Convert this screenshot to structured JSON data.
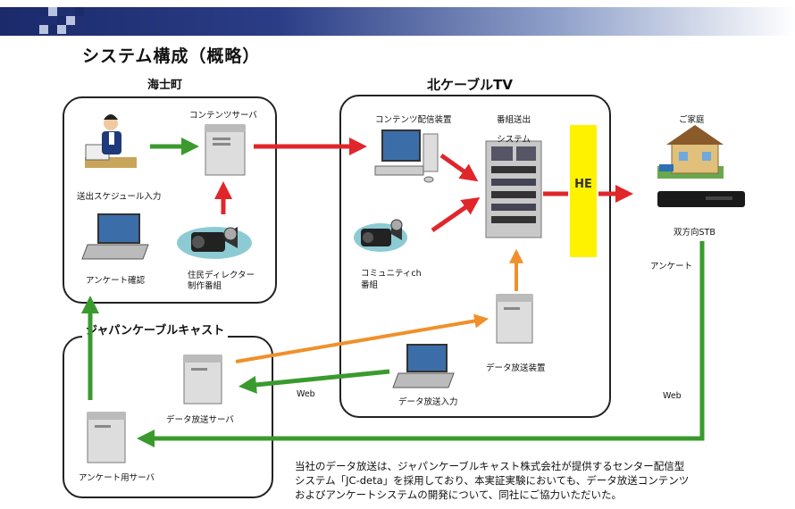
{
  "title": "システム構成（概略）",
  "groups": {
    "amacho": "海士町",
    "kita_cable": "北ケーブルTV",
    "japan_cable": "ジャパンケーブルキャスト"
  },
  "nodes": {
    "schedule_input": "送出スケジュール入力",
    "contents_server": "コンテンツサーバ",
    "survey_check": "アンケート確認",
    "resident_program": [
      "住民ディレクター",
      "制作番組"
    ],
    "contents_delivery": "コンテンツ配信装置",
    "broadcast_system": [
      "番組送出",
      "システム"
    ],
    "community_program": [
      "コミュニティch",
      "番組"
    ],
    "data_broadcast_device": "データ放送装置",
    "data_broadcast_input": "データ放送入力",
    "data_broadcast_server": "データ放送サーバ",
    "survey_server": "アンケート用サーバ",
    "home": "ご家庭",
    "stb": "双方向STB",
    "he": "HE"
  },
  "edges": {
    "survey": "アンケート",
    "web_left": "Web",
    "web_right": "Web"
  },
  "note": [
    "当社のデータ放送は、ジャパンケーブルキャスト株式会社が提供するセンター配信型",
    "システム「JC-deta」を採用しており、本実証実験においても、データ放送コンテンツ",
    "およびアンケートシステムの開発について、同社にご協力いただいた。"
  ],
  "colors": {
    "red_arrow": "#e0262b",
    "green_arrow": "#3a9a2e",
    "orange_arrow": "#f0902a",
    "he_yellow": "#fff200",
    "header_navy": "#1b2a6b"
  }
}
